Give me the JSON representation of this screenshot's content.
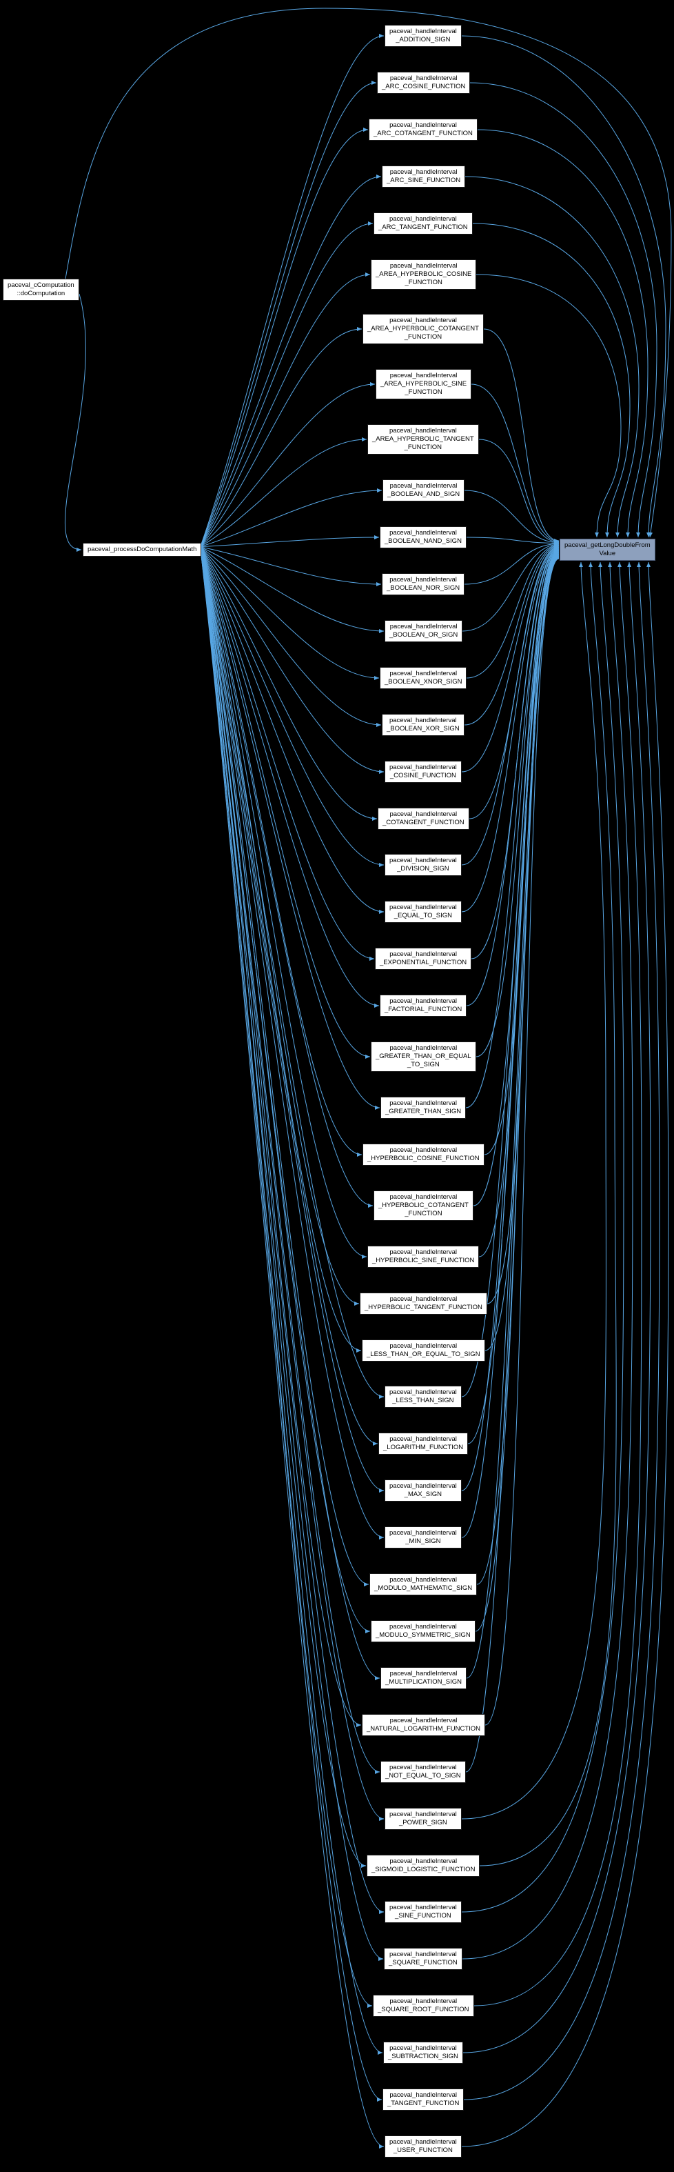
{
  "diagram": {
    "kind": "doxygen-call-graph",
    "background_color": "#000000",
    "edge_color": "#58a6e3",
    "node_fill": "#ffffff",
    "node_text_color": "#000000",
    "target_node_fill": "#8da0bd",
    "caller": {
      "id": "paceval_cComputation::doComputation",
      "label": "paceval_cComputation\n::doComputation"
    },
    "dispatcher": {
      "id": "paceval_processDoComputationMath",
      "label": "paceval_processDoComputationMath"
    },
    "target": {
      "id": "paceval_getLongDoubleFromValue",
      "label": "paceval_getLongDoubleFrom\nValue"
    },
    "handlers": [
      {
        "label": "paceval_handleInterval\n_ADDITION_SIGN"
      },
      {
        "label": "paceval_handleInterval\n_ARC_COSINE_FUNCTION"
      },
      {
        "label": "paceval_handleInterval\n_ARC_COTANGENT_FUNCTION"
      },
      {
        "label": "paceval_handleInterval\n_ARC_SINE_FUNCTION"
      },
      {
        "label": "paceval_handleInterval\n_ARC_TANGENT_FUNCTION"
      },
      {
        "label": "paceval_handleInterval\n_AREA_HYPERBOLIC_COSINE\n_FUNCTION"
      },
      {
        "label": "paceval_handleInterval\n_AREA_HYPERBOLIC_COTANGENT\n_FUNCTION"
      },
      {
        "label": "paceval_handleInterval\n_AREA_HYPERBOLIC_SINE\n_FUNCTION"
      },
      {
        "label": "paceval_handleInterval\n_AREA_HYPERBOLIC_TANGENT\n_FUNCTION"
      },
      {
        "label": "paceval_handleInterval\n_BOOLEAN_AND_SIGN"
      },
      {
        "label": "paceval_handleInterval\n_BOOLEAN_NAND_SIGN"
      },
      {
        "label": "paceval_handleInterval\n_BOOLEAN_NOR_SIGN"
      },
      {
        "label": "paceval_handleInterval\n_BOOLEAN_OR_SIGN"
      },
      {
        "label": "paceval_handleInterval\n_BOOLEAN_XNOR_SIGN"
      },
      {
        "label": "paceval_handleInterval\n_BOOLEAN_XOR_SIGN"
      },
      {
        "label": "paceval_handleInterval\n_COSINE_FUNCTION"
      },
      {
        "label": "paceval_handleInterval\n_COTANGENT_FUNCTION"
      },
      {
        "label": "paceval_handleInterval\n_DIVISION_SIGN"
      },
      {
        "label": "paceval_handleInterval\n_EQUAL_TO_SIGN"
      },
      {
        "label": "paceval_handleInterval\n_EXPONENTIAL_FUNCTION"
      },
      {
        "label": "paceval_handleInterval\n_FACTORIAL_FUNCTION"
      },
      {
        "label": "paceval_handleInterval\n_GREATER_THAN_OR_EQUAL\n_TO_SIGN"
      },
      {
        "label": "paceval_handleInterval\n_GREATER_THAN_SIGN"
      },
      {
        "label": "paceval_handleInterval\n_HYPERBOLIC_COSINE_FUNCTION"
      },
      {
        "label": "paceval_handleInterval\n_HYPERBOLIC_COTANGENT\n_FUNCTION"
      },
      {
        "label": "paceval_handleInterval\n_HYPERBOLIC_SINE_FUNCTION"
      },
      {
        "label": "paceval_handleInterval\n_HYPERBOLIC_TANGENT_FUNCTION"
      },
      {
        "label": "paceval_handleInterval\n_LESS_THAN_OR_EQUAL_TO_SIGN"
      },
      {
        "label": "paceval_handleInterval\n_LESS_THAN_SIGN"
      },
      {
        "label": "paceval_handleInterval\n_LOGARITHM_FUNCTION"
      },
      {
        "label": "paceval_handleInterval\n_MAX_SIGN"
      },
      {
        "label": "paceval_handleInterval\n_MIN_SIGN"
      },
      {
        "label": "paceval_handleInterval\n_MODULO_MATHEMATIC_SIGN"
      },
      {
        "label": "paceval_handleInterval\n_MODULO_SYMMETRIC_SIGN"
      },
      {
        "label": "paceval_handleInterval\n_MULTIPLICATION_SIGN"
      },
      {
        "label": "paceval_handleInterval\n_NATURAL_LOGARITHM_FUNCTION"
      },
      {
        "label": "paceval_handleInterval\n_NOT_EQUAL_TO_SIGN"
      },
      {
        "label": "paceval_handleInterval\n_POWER_SIGN"
      },
      {
        "label": "paceval_handleInterval\n_SIGMOID_LOGISTIC_FUNCTION"
      },
      {
        "label": "paceval_handleInterval\n_SINE_FUNCTION"
      },
      {
        "label": "paceval_handleInterval\n_SQUARE_FUNCTION"
      },
      {
        "label": "paceval_handleInterval\n_SQUARE_ROOT_FUNCTION"
      },
      {
        "label": "paceval_handleInterval\n_SUBTRACTION_SIGN"
      },
      {
        "label": "paceval_handleInterval\n_TANGENT_FUNCTION"
      },
      {
        "label": "paceval_handleInterval\n_USER_FUNCTION"
      }
    ],
    "edges": [
      {
        "from": "paceval_cComputation::doComputation",
        "to": "paceval_processDoComputationMath"
      },
      {
        "from": "paceval_cComputation::doComputation",
        "to": "paceval_getLongDoubleFromValue"
      },
      {
        "from": "paceval_processDoComputationMath",
        "to": "EVERY_HANDLER"
      },
      {
        "from": "EVERY_HANDLER",
        "to": "paceval_getLongDoubleFromValue"
      }
    ]
  }
}
